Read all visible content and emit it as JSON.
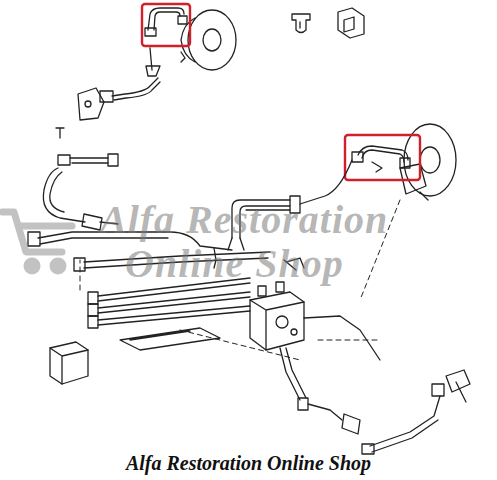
{
  "diagram": {
    "labels": [
      "Alfa Restoration",
      "Online Shop",
      "Alfa Restoration Online Shop"
    ]
  }
}
